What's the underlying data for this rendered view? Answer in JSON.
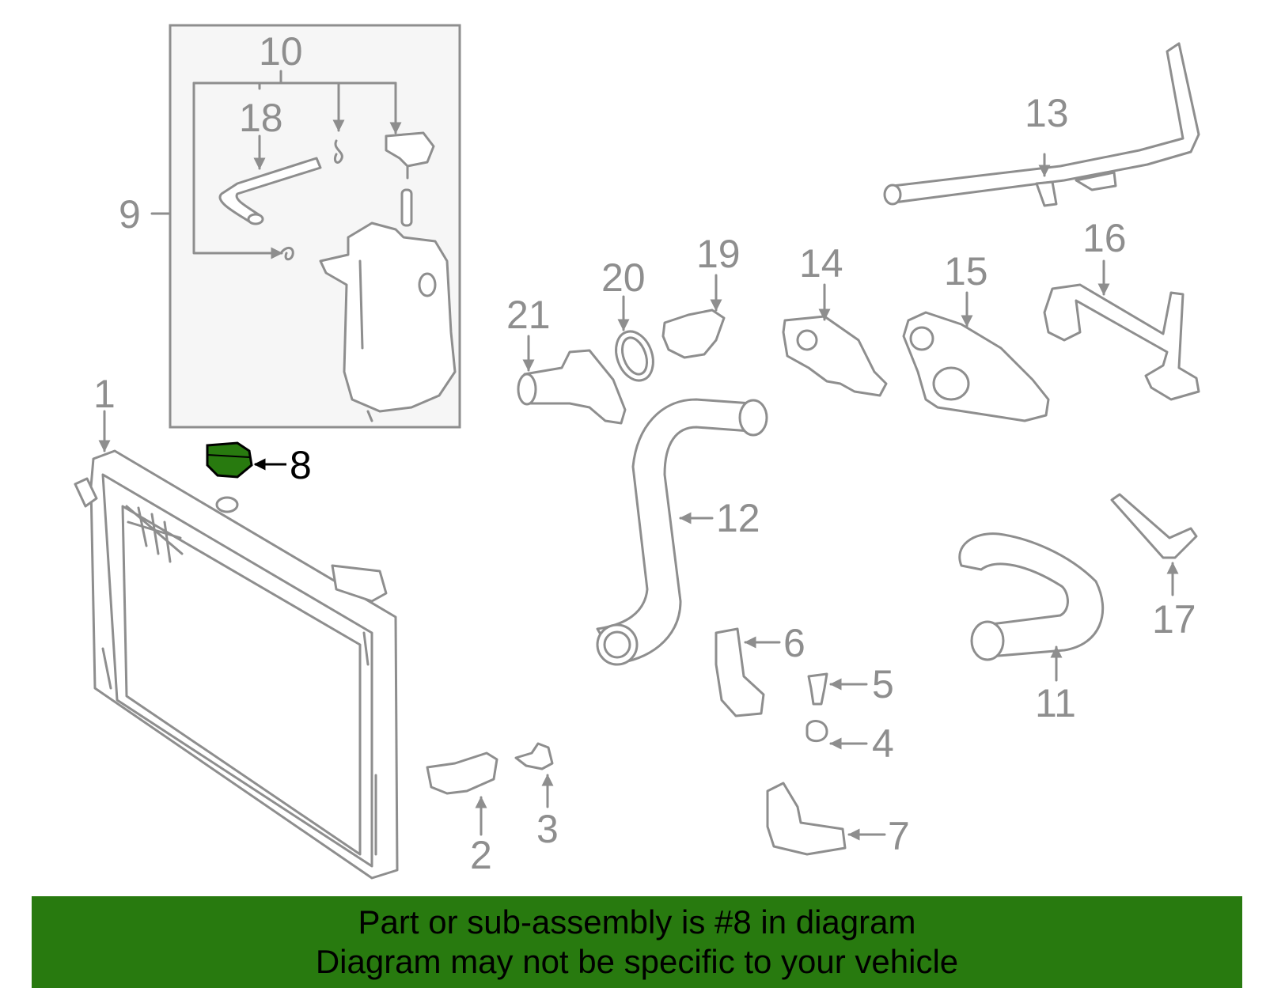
{
  "diagram": {
    "highlight_color": "#287a0f",
    "line_color": "#8e8e8e",
    "highlighted_part": "8",
    "callouts": {
      "c1": "1",
      "c2": "2",
      "c3": "3",
      "c4": "4",
      "c5": "5",
      "c6": "6",
      "c7": "7",
      "c8": "8",
      "c9": "9",
      "c10": "10",
      "c11": "11",
      "c12": "12",
      "c13": "13",
      "c14": "14",
      "c15": "15",
      "c16": "16",
      "c17": "17",
      "c18": "18",
      "c19": "19",
      "c20": "20",
      "c21": "21"
    }
  },
  "banner": {
    "line1": "Part or sub-assembly is #8 in diagram",
    "line2": "Diagram may not be specific to your vehicle",
    "background": "#287a0f"
  }
}
